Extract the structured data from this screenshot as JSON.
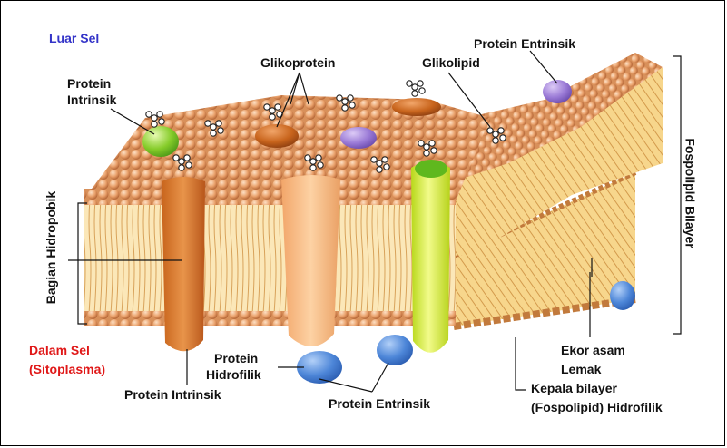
{
  "labels": {
    "luar_sel": "Luar Sel",
    "protein_intrinsik_top_1": "Protein",
    "protein_intrinsik_top_2": "Intrinsik",
    "glikoprotein": "Glikoprotein",
    "glikolipid": "Glikolipid",
    "protein_entrinsik_top": "Protein Entrinsik",
    "fospolipid_bilayer": "Fospolipid Bilayer",
    "bagian_hidropobik": "Bagian Hidropobik",
    "dalam_sel": "Dalam Sel",
    "sitoplasma": "(Sitoplasma)",
    "protein_hidrofilik_1": "Protein",
    "protein_hidrofilik_2": "Hidrofilik",
    "protein_intrinsik_bottom": "Protein  Intrinsik",
    "protein_entrinsik_bottom": "Protein Entrinsik",
    "ekor_asam_1": "Ekor asam",
    "ekor_asam_2": "Lemak",
    "kepala_bilayer": "Kepala bilayer",
    "fospolipid_hidrofilik": "(Fospolipid) Hidrofilik"
  },
  "colors": {
    "text_blue": "#3434c8",
    "text_red": "#e01818",
    "head_bead": "#e8a06a",
    "tail": "#f4d99a",
    "protein_orange": "#d97a2a",
    "protein_peach": "#f6b77c",
    "protein_yellow_green": "#d9ec2e",
    "protein_green": "#7ccc2a",
    "protein_purple": "#9a7ad6",
    "protein_blue": "#4d86d8"
  }
}
